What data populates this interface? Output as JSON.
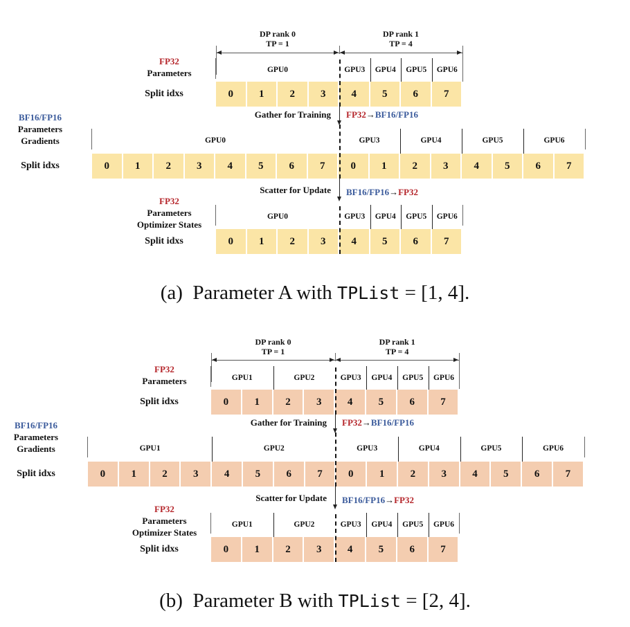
{
  "figures": [
    {
      "id": "a",
      "cell_color": "#fbe5a6",
      "dp_ranks": [
        {
          "label": "DP rank 0",
          "tp": "TP = 1"
        },
        {
          "label": "DP rank 1",
          "tp": "TP = 4"
        }
      ],
      "top_row": {
        "precision": "FP32",
        "labels": [
          "Parameters"
        ],
        "gpus": [
          {
            "name": "GPU0",
            "span": 4
          },
          {
            "name": "GPU3",
            "span": 1
          },
          {
            "name": "GPU4",
            "span": 1
          },
          {
            "name": "GPU5",
            "span": 1
          },
          {
            "name": "GPU6",
            "span": 1
          }
        ],
        "split_label": "Split idxs",
        "idxs": [
          "0",
          "1",
          "2",
          "3",
          "4",
          "5",
          "6",
          "7"
        ]
      },
      "gather": {
        "label": "Gather for Training",
        "from": "FP32",
        "arrow": "→",
        "to": "BF16/FP16"
      },
      "middle_row": {
        "precision": "BF16/FP16",
        "labels": [
          "Parameters",
          "Gradients"
        ],
        "gpus": [
          {
            "name": "GPU0",
            "span": 8
          },
          {
            "name": "GPU3",
            "span": 2
          },
          {
            "name": "GPU4",
            "span": 2
          },
          {
            "name": "GPU5",
            "span": 2
          },
          {
            "name": "GPU6",
            "span": 2
          }
        ],
        "split_label": "Split idxs",
        "idxs": [
          "0",
          "1",
          "2",
          "3",
          "4",
          "5",
          "6",
          "7",
          "0",
          "1",
          "2",
          "3",
          "4",
          "5",
          "6",
          "7"
        ]
      },
      "scatter": {
        "label": "Scatter for Update",
        "from": "BF16/FP16",
        "arrow": "→",
        "to": "FP32"
      },
      "bottom_row": {
        "precision": "FP32",
        "labels": [
          "Parameters",
          "Optimizer States"
        ],
        "gpus": [
          {
            "name": "GPU0",
            "span": 4
          },
          {
            "name": "GPU3",
            "span": 1
          },
          {
            "name": "GPU4",
            "span": 1
          },
          {
            "name": "GPU5",
            "span": 1
          },
          {
            "name": "GPU6",
            "span": 1
          }
        ],
        "split_label": "Split idxs",
        "idxs": [
          "0",
          "1",
          "2",
          "3",
          "4",
          "5",
          "6",
          "7"
        ]
      },
      "caption": {
        "prefix": "(a)  Parameter A with ",
        "code": "TPList",
        "suffix": " = [1, 4]."
      }
    },
    {
      "id": "b",
      "cell_color": "#f4cdb0",
      "dp_ranks": [
        {
          "label": "DP rank 0",
          "tp": "TP = 1"
        },
        {
          "label": "DP rank 1",
          "tp": "TP = 4"
        }
      ],
      "top_row": {
        "precision": "FP32",
        "labels": [
          "Parameters"
        ],
        "gpus": [
          {
            "name": "GPU1",
            "span": 2
          },
          {
            "name": "GPU2",
            "span": 2
          },
          {
            "name": "GPU3",
            "span": 1
          },
          {
            "name": "GPU4",
            "span": 1
          },
          {
            "name": "GPU5",
            "span": 1
          },
          {
            "name": "GPU6",
            "span": 1
          }
        ],
        "split_label": "Split idxs",
        "idxs": [
          "0",
          "1",
          "2",
          "3",
          "4",
          "5",
          "6",
          "7"
        ]
      },
      "gather": {
        "label": "Gather for Training",
        "from": "FP32",
        "arrow": "→",
        "to": "BF16/FP16"
      },
      "middle_row": {
        "precision": "BF16/FP16",
        "labels": [
          "Parameters",
          "Gradients"
        ],
        "gpus": [
          {
            "name": "GPU1",
            "span": 4
          },
          {
            "name": "GPU2",
            "span": 4
          },
          {
            "name": "GPU3",
            "span": 2
          },
          {
            "name": "GPU4",
            "span": 2
          },
          {
            "name": "GPU5",
            "span": 2
          },
          {
            "name": "GPU6",
            "span": 2
          }
        ],
        "split_label": "Split idxs",
        "idxs": [
          "0",
          "1",
          "2",
          "3",
          "4",
          "5",
          "6",
          "7",
          "0",
          "1",
          "2",
          "3",
          "4",
          "5",
          "6",
          "7"
        ]
      },
      "scatter": {
        "label": "Scatter for Update",
        "from": "BF16/FP16",
        "arrow": "→",
        "to": "FP32"
      },
      "bottom_row": {
        "precision": "FP32",
        "labels": [
          "Parameters",
          "Optimizer States"
        ],
        "gpus": [
          {
            "name": "GPU1",
            "span": 2
          },
          {
            "name": "GPU2",
            "span": 2
          },
          {
            "name": "GPU3",
            "span": 1
          },
          {
            "name": "GPU4",
            "span": 1
          },
          {
            "name": "GPU5",
            "span": 1
          },
          {
            "name": "GPU6",
            "span": 1
          }
        ],
        "split_label": "Split idxs",
        "idxs": [
          "0",
          "1",
          "2",
          "3",
          "4",
          "5",
          "6",
          "7"
        ]
      },
      "caption": {
        "prefix": "(b)  Parameter B with ",
        "code": "TPList",
        "suffix": " = [2, 4]."
      }
    }
  ]
}
